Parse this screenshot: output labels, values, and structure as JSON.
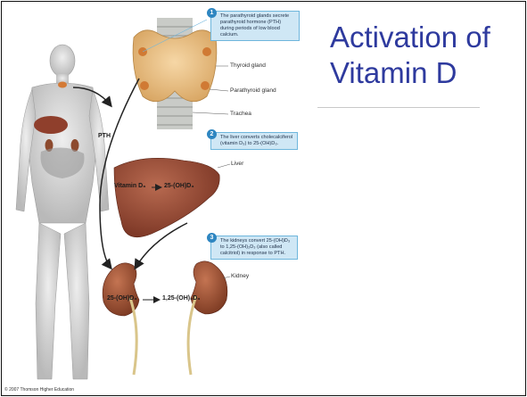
{
  "slide": {
    "title": "Activation of Vitamin D"
  },
  "callouts": [
    {
      "number": "1",
      "text": "The parathyroid glands secrete parathyroid hormone (PTH) during periods of low blood calcium."
    },
    {
      "number": "2",
      "text": "The liver converts cholecalciferol (vitamin D₃) to 25-(OH)D₃."
    },
    {
      "number": "3",
      "text": "The kidneys convert 25-(OH)D₃ to 1,25-(OH)₂D₃ (also called calcitriol) in response to PTH."
    }
  ],
  "labels": {
    "thyroid_gland": "Thyroid gland",
    "parathyroid_gland": "Parathyroid gland",
    "trachea": "Trachea",
    "pth": "PTH",
    "liver": "Liver",
    "kidney": "Kidney",
    "vitamin_d3": "Vitamin D₃",
    "oh_d3_liver": "25-(OH)D₃",
    "oh_d3_kidney": "25-(OH)D₃",
    "calcitriol": "1,25-(OH)₂D₃"
  },
  "credit": "© 2007 Thomson Higher Education",
  "colors": {
    "title": "#2e3a9e",
    "callout_fill": "#cfe7f5",
    "callout_number": "#2e86c1"
  }
}
